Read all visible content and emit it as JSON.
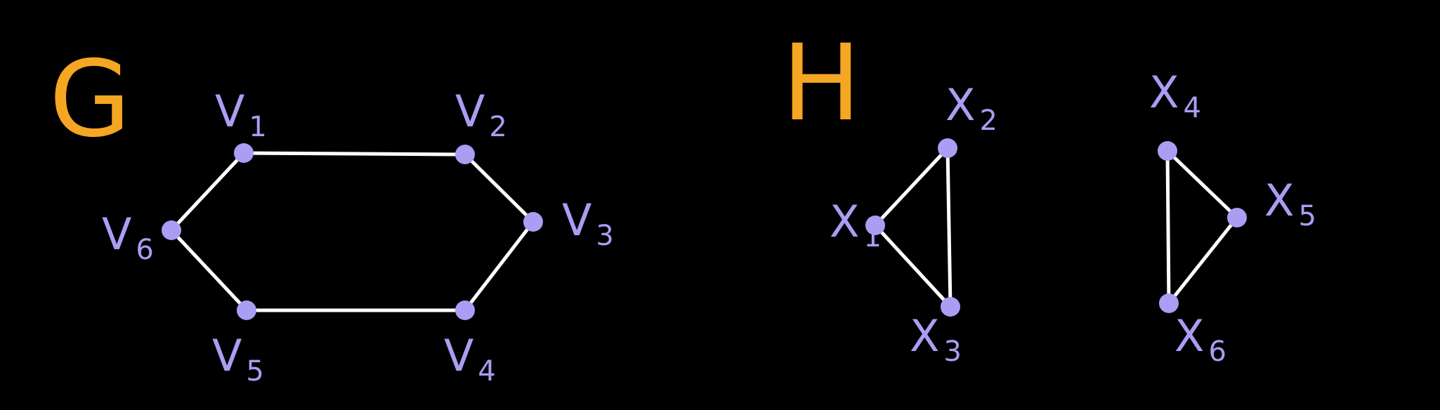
{
  "colors": {
    "background": "#000000",
    "edge": "#ffffff",
    "vertex": "#a99ef3",
    "vertex_label": "#a99ef3",
    "graph_name": "#f5a623"
  },
  "graphs": [
    {
      "name": "G",
      "vertices": [
        {
          "id": "v1",
          "letter": "V",
          "sub": "1"
        },
        {
          "id": "v2",
          "letter": "V",
          "sub": "2"
        },
        {
          "id": "v3",
          "letter": "V",
          "sub": "3"
        },
        {
          "id": "v4",
          "letter": "V",
          "sub": "4"
        },
        {
          "id": "v5",
          "letter": "V",
          "sub": "5"
        },
        {
          "id": "v6",
          "letter": "V",
          "sub": "6"
        }
      ],
      "edges": [
        [
          "v1",
          "v2"
        ],
        [
          "v2",
          "v3"
        ],
        [
          "v3",
          "v4"
        ],
        [
          "v4",
          "v5"
        ],
        [
          "v5",
          "v6"
        ],
        [
          "v6",
          "v1"
        ]
      ]
    },
    {
      "name": "H",
      "vertices": [
        {
          "id": "x1",
          "letter": "X",
          "sub": "1"
        },
        {
          "id": "x2",
          "letter": "X",
          "sub": "2"
        },
        {
          "id": "x3",
          "letter": "X",
          "sub": "3"
        },
        {
          "id": "x4",
          "letter": "X",
          "sub": "4"
        },
        {
          "id": "x5",
          "letter": "X",
          "sub": "5"
        },
        {
          "id": "x6",
          "letter": "X",
          "sub": "6"
        }
      ],
      "edges": [
        [
          "x1",
          "x2"
        ],
        [
          "x2",
          "x3"
        ],
        [
          "x3",
          "x1"
        ],
        [
          "x4",
          "x5"
        ],
        [
          "x5",
          "x6"
        ],
        [
          "x6",
          "x4"
        ]
      ]
    }
  ]
}
